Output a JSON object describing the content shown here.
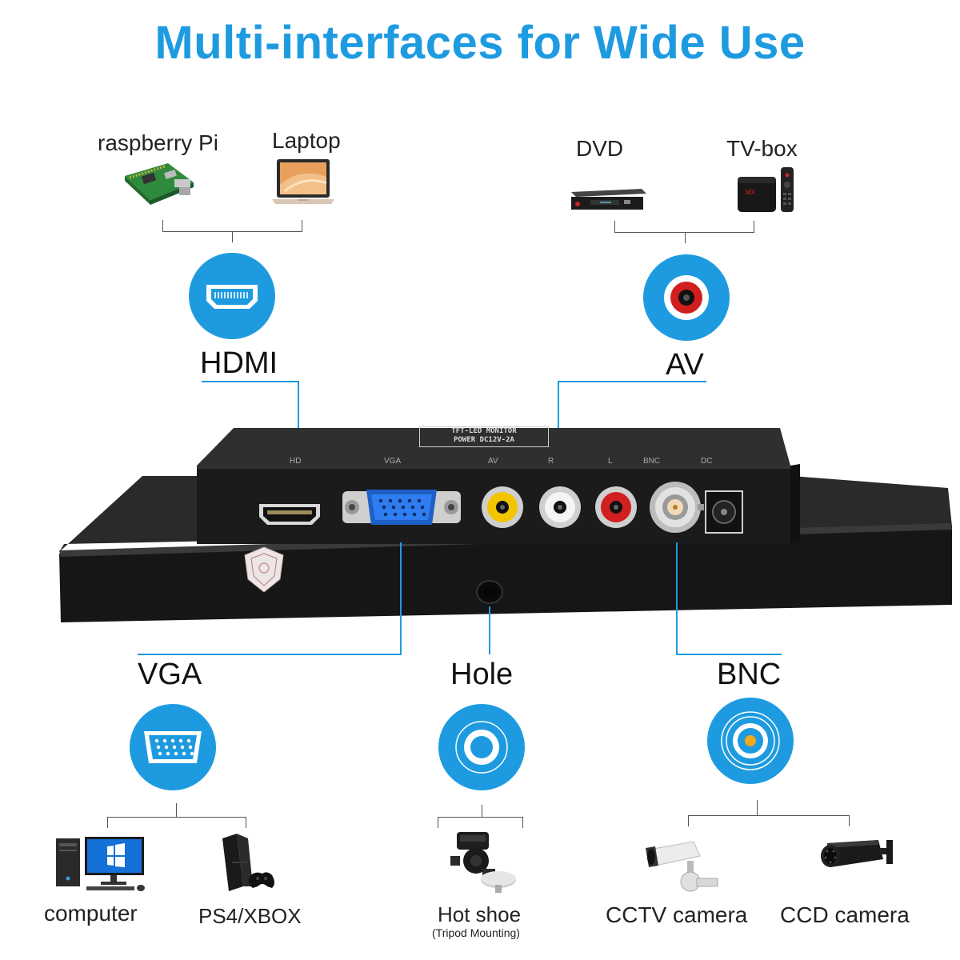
{
  "title": "Multi-interfaces for Wide Use",
  "ports": {
    "hdmi": "HDMI",
    "av": "AV",
    "vga": "VGA",
    "hole": "Hole",
    "bnc": "BNC"
  },
  "devices": {
    "raspberry_pi": "raspberry Pi",
    "laptop": "Laptop",
    "dvd": "DVD",
    "tv_box": "TV-box",
    "computer": "computer",
    "ps4_xbox": "PS4/XBOX",
    "hot_shoe": "Hot shoe",
    "hot_shoe_note": "(Tripod Mounting)",
    "cctv_camera": "CCTV camera",
    "ccd_camera": "CCD camera"
  },
  "panel_labels": {
    "print_line1": "TFT-LED MONITOR",
    "print_line2": "POWER DC12V-2A",
    "hd": "HD",
    "vga": "VGA",
    "av": "AV",
    "r": "R",
    "l": "L",
    "bnc": "BNC",
    "dc": "DC"
  },
  "colors": {
    "accent": "#1e9be0",
    "device_body": "#1c1c1c",
    "rca_yellow": "#f2c500",
    "rca_white": "#e8e8e8",
    "rca_red": "#d11f1f"
  },
  "icons": {
    "hdmi": "hdmi-port-icon",
    "av": "rca-port-icon",
    "vga": "vga-port-icon",
    "hole": "mount-hole-icon",
    "bnc": "bnc-port-icon"
  }
}
